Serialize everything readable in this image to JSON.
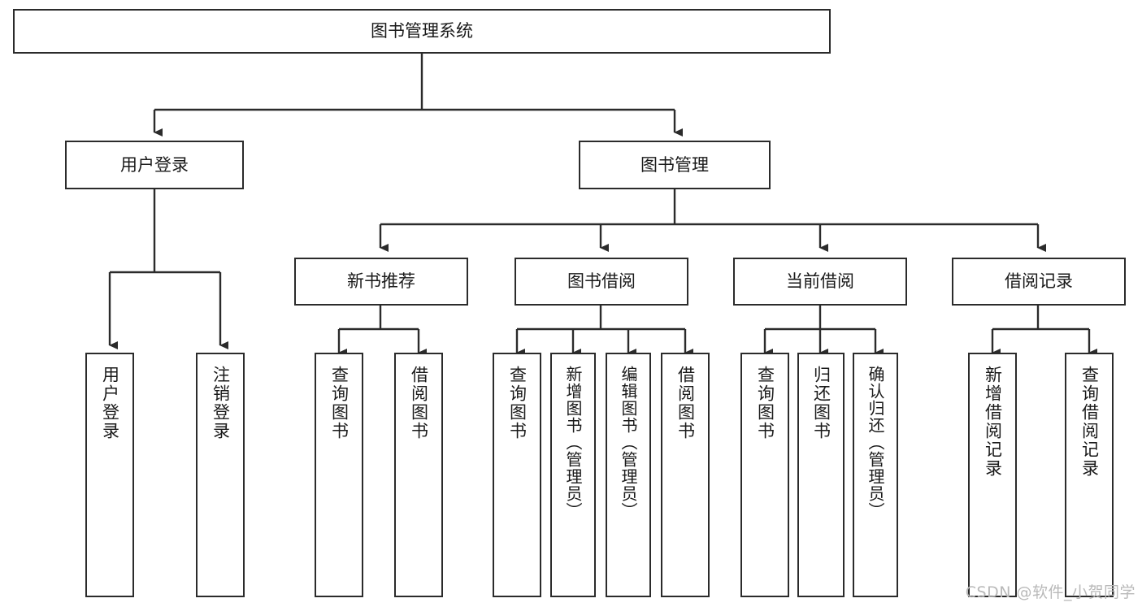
{
  "diagram": {
    "title": "图书管理系统",
    "type": "tree-hierarchy",
    "watermark": "CSDN @软件_小贺同学",
    "colors": {
      "background": "#ffffff",
      "node_border": "#2b2b2b",
      "node_fill": "#ffffff",
      "connector": "#2b2b2b",
      "text": "#1a1a1a",
      "watermark": "#b9b9b9"
    },
    "nodes": {
      "root": {
        "label": "图书管理系统"
      },
      "level2": [
        {
          "label": "用户登录"
        },
        {
          "label": "图书管理"
        }
      ],
      "level3": [
        {
          "label": "新书推荐"
        },
        {
          "label": "图书借阅"
        },
        {
          "label": "当前借阅"
        },
        {
          "label": "借阅记录"
        }
      ],
      "leaves": {
        "user_login": [
          {
            "label": "用户登录"
          },
          {
            "label": "注销登录"
          }
        ],
        "new_book_recommend": [
          {
            "label": "查询图书"
          },
          {
            "label": "借阅图书"
          }
        ],
        "book_borrow": [
          {
            "label": "查询图书"
          },
          {
            "label": "新增图书（管理员）"
          },
          {
            "label": "编辑图书（管理员）"
          },
          {
            "label": "借阅图书"
          }
        ],
        "current_borrow": [
          {
            "label": "查询图书"
          },
          {
            "label": "归还图书"
          },
          {
            "label": "确认归还（管理员）"
          }
        ],
        "borrow_record": [
          {
            "label": "新增借阅记录"
          },
          {
            "label": "查询借阅记录"
          }
        ]
      }
    }
  }
}
